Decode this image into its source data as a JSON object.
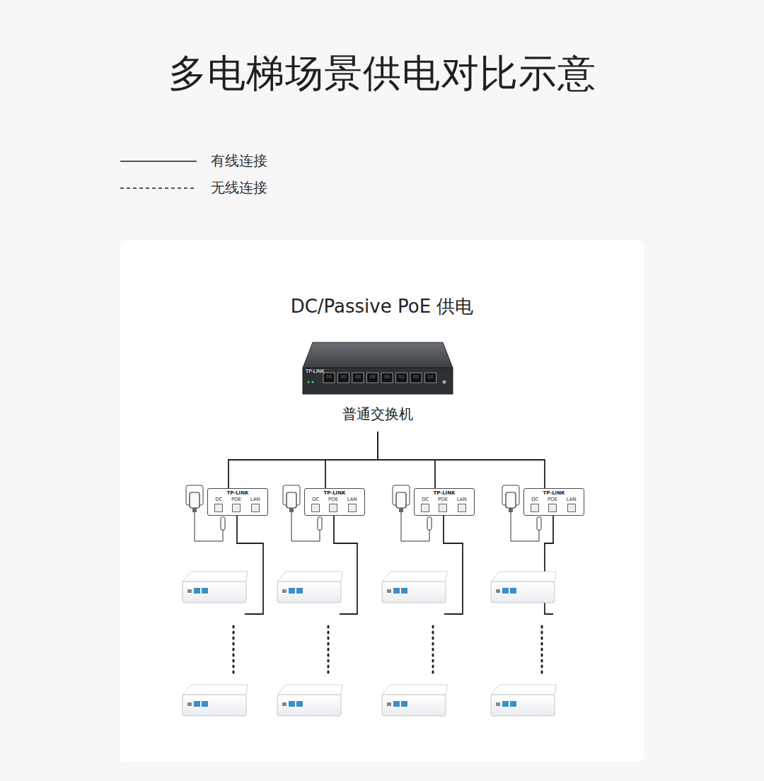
{
  "diagram": {
    "title": "多电梯场景供电对比示意",
    "nodes": [
      {
        "text": [
          "TP-LINK",
          "普通交换机"
        ]
      },
      {
        "text": [
          "TP-LINK",
          "DC",
          "POE",
          "LAN"
        ]
      },
      {
        "text": [
          "TP-LINK",
          "DC",
          "POE",
          "LAN"
        ]
      },
      {
        "text": [
          "TP-LINK",
          "DC",
          "POE",
          "LAN"
        ]
      },
      {
        "text": [
          "TP-LINK",
          "DC",
          "POE",
          "LAN"
        ]
      }
    ],
    "edges": [
      {
        "from": 0,
        "to": 1,
        "arrow": "none"
      },
      {
        "from": 0,
        "to": 2,
        "arrow": "none"
      },
      {
        "from": 0,
        "to": 3,
        "arrow": "none"
      },
      {
        "from": 0,
        "to": 4,
        "arrow": "none"
      }
    ],
    "labels": [
      "DC/Passive PoE 供电"
    ],
    "legend": [
      {
        "text": "有线连接"
      },
      {
        "text": "无线连接"
      }
    ]
  }
}
